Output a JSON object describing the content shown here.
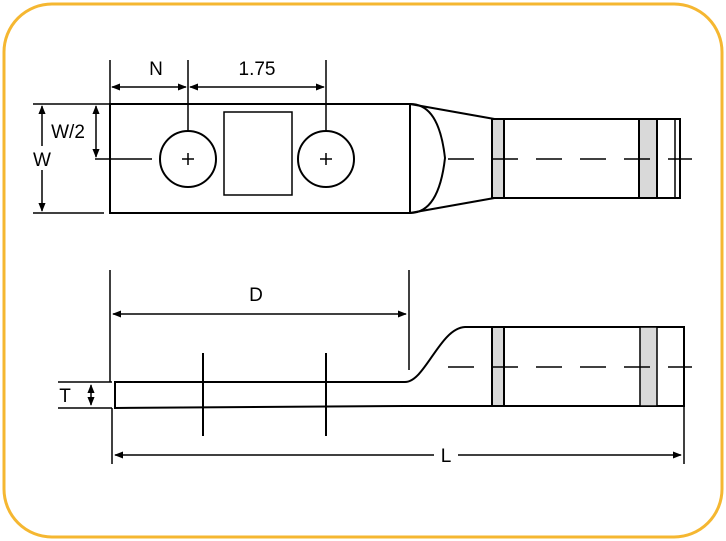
{
  "labels": {
    "n": "N",
    "spacing": "1.75",
    "w_half": "W/2",
    "w": "W",
    "d": "D",
    "t": "T",
    "l": "L"
  },
  "colors": {
    "frame": "#F5B731",
    "band": "#D9D9D9",
    "line": "#000000"
  }
}
